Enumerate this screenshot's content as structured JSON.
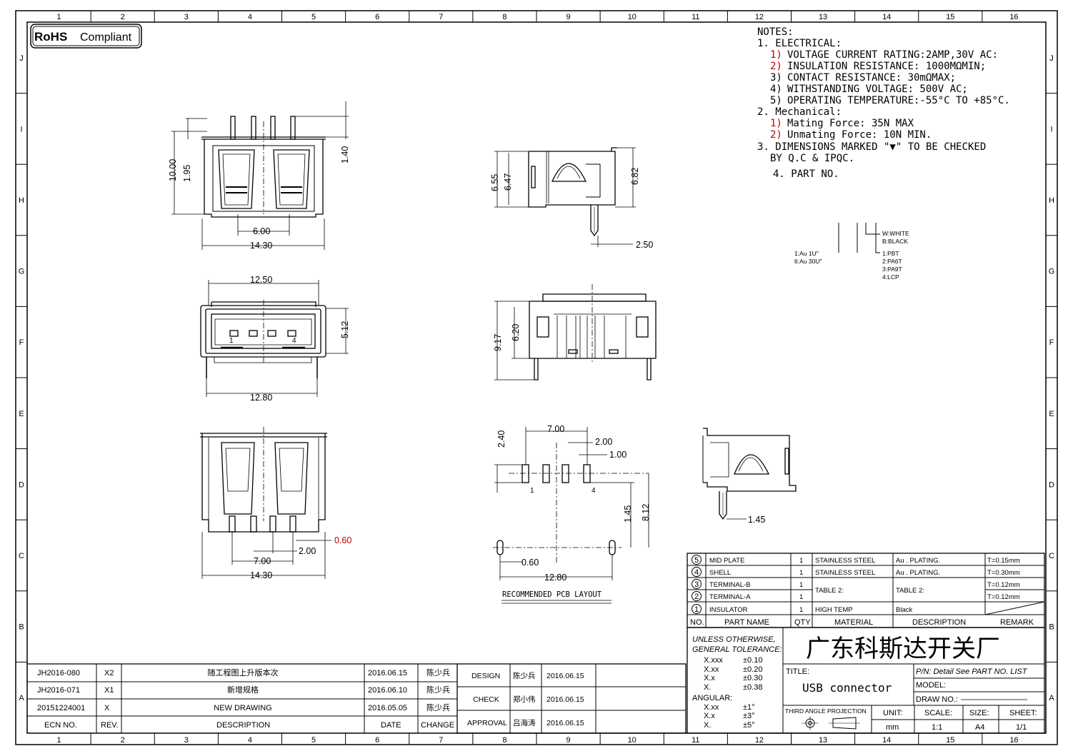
{
  "badge": {
    "rohs": "RoHS",
    "compliant": "Compliant"
  },
  "grid": {
    "cols": [
      "1",
      "2",
      "3",
      "4",
      "5",
      "6",
      "7",
      "8",
      "9",
      "10",
      "11",
      "12",
      "13",
      "14",
      "15",
      "16"
    ],
    "rows": [
      "J",
      "I",
      "H",
      "G",
      "F",
      "E",
      "D",
      "C",
      "B",
      "A"
    ]
  },
  "notes": {
    "heading": "NOTES:",
    "electrical": "1. ELECTRICAL:",
    "e1_num": "1)",
    "e1": "VOLTAGE CURRENT RATING:2AMP,30V AC:",
    "e2_num": "2)",
    "e2": "INSULATION RESISTANCE: 1000MΩMIN;",
    "e3_num": "3)",
    "e3": "CONTACT RESISTANCE: 30mΩMAX;",
    "e4_num": "4)",
    "e4": "WITHSTANDING VOLTAGE: 500V AC;",
    "e5_num": "5)",
    "e5": "OPERATING TEMPERATURE:-55°C TO +85°C.",
    "mechanical": "2. Mechanical:",
    "m1_num": "1)",
    "m1": "Mating Force: 35N  MAX",
    "m2_num": "2)",
    "m2": "Unmating Force: 10N  MIN.",
    "n3": "3. DIMENSIONS MARKED \"▼\" TO BE CHECKED",
    "n3b": "BY Q.C & IPQC.",
    "n4": "4. PART NO."
  },
  "part_no": {
    "color1": "W:WHITE",
    "color2": "B:BLACK",
    "plating1": "1:Au 1U\"",
    "plating2": "6:Au 30U\"",
    "mat1": "1:PBT",
    "mat2": "2:PA6T",
    "mat3": "3:PA9T",
    "mat4": "4:LCP"
  },
  "dims": {
    "d1000": "10.00",
    "d195": "1.95",
    "d140": "1.40",
    "d600": "6.00",
    "d1430": "14.30",
    "d655": "6.55",
    "d647": "6.47",
    "d682": "6.82",
    "d250": "2.50",
    "d1250": "12.50",
    "d512": "5.12",
    "d1280": "12.80",
    "pin1": "1",
    "pin4": "4",
    "d917": "9.17",
    "d620": "6.20",
    "p700": "7.00",
    "p240": "2.40",
    "p200": "2.00",
    "p100": "1.00",
    "p145": "1.45",
    "p812": "8.12",
    "p060": "0.60",
    "p1280": "12.80",
    "pcb_label": "RECOMMENDED PCB LAYOUT",
    "b060": "0.60",
    "b200": "2.00",
    "b700": "7.00",
    "b1430": "14.30",
    "s145": "1.45"
  },
  "bom": {
    "rows": [
      {
        "no": "5",
        "name": "MID PLATE",
        "qty": "1",
        "material": "STAINLESS STEEL",
        "desc": "Au . PLATING.",
        "remark": "T=0.15mm"
      },
      {
        "no": "4",
        "name": "SHELL",
        "qty": "1",
        "material": "STAINLESS STEEL",
        "desc": "Au . PLATING.",
        "remark": "T=0.30mm"
      },
      {
        "no": "3",
        "name": "TERMINAL-B",
        "qty": "1",
        "material": "TABLE 2:",
        "desc": "TABLE 2:",
        "remark": "T=0.12mm"
      },
      {
        "no": "2",
        "name": "TERMINAL-A",
        "qty": "1",
        "material": "",
        "desc": "",
        "remark": "T=0.12mm"
      },
      {
        "no": "1",
        "name": "INSULATOR",
        "qty": "1",
        "material": "HIGH TEMP",
        "desc": "Black",
        "remark": ""
      }
    ],
    "headers": {
      "no": "NO.",
      "name": "PART NAME",
      "qty": "QTY",
      "material": "MATERIAL",
      "desc": "DESCRIPTION",
      "remark": "REMARK"
    }
  },
  "tolerance": {
    "title1": "UNLESS OTHERWISE,",
    "title2": "GENERAL TOLERANCE:",
    "r1k": "X.xxx",
    "r1v": "±0.10",
    "r2k": "X.xx",
    "r2v": "±0.20",
    "r3k": "X.x",
    "r3v": "±0.30",
    "r4k": "X.",
    "r4v": "±0.38",
    "angular": "ANGULAR:",
    "a1k": "X.xx",
    "a1v": "±1°",
    "a2k": "X.x",
    "a2v": "±3°",
    "a3k": "X.",
    "a3v": "±5°"
  },
  "titleblock": {
    "company": "广东科斯达开关厂",
    "title_label": "TITLE:",
    "title": "USB connector",
    "pn": "P/N: Detail  See  PART  NO.  LIST",
    "model": "MODEL:",
    "draw_no": "DRAW  NO.:",
    "projection": "THIRD ANGLE PROJECTION",
    "unit_label": "UNIT:",
    "unit": "mm",
    "scale_label": "SCALE:",
    "scale": "1:1",
    "size_label": "SIZE:",
    "size": "A4",
    "sheet_label": "SHEET:",
    "sheet": "1/1"
  },
  "revisions": {
    "rows": [
      {
        "ecn": "JH2016-080",
        "rev": "X2",
        "desc": "随工程图上升版本次",
        "date": "2016.06.15",
        "change": "陈少兵"
      },
      {
        "ecn": "JH2016-071",
        "rev": "X1",
        "desc": "新增规格",
        "date": "2016.06.10",
        "change": "陈少兵"
      },
      {
        "ecn": "20151224001",
        "rev": "X",
        "desc": "NEW DRAWING",
        "date": "2016.05.05",
        "change": "陈少兵"
      }
    ],
    "headers": {
      "ecn": "ECN  NO.",
      "rev": "REV.",
      "desc": "DESCRIPTION",
      "date": "DATE",
      "change": "CHANGE"
    }
  },
  "signoff": {
    "design": "DESIGN",
    "design_name": "陈少兵",
    "design_date": "2016.06.15",
    "check": "CHECK",
    "check_name": "郑小伟",
    "check_date": "2016.06.15",
    "approval": "APPROVAL",
    "approval_name": "吕海涛",
    "approval_date": "2016.06.15"
  }
}
